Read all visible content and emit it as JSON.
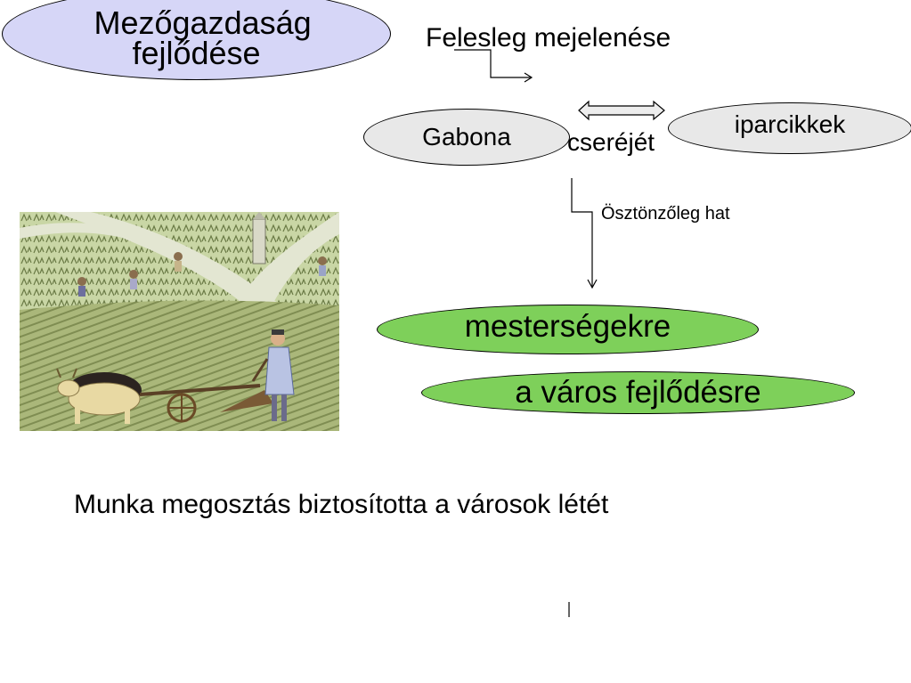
{
  "title": "Mezőgazdaság fejlődése",
  "surplus": "Felesleg mejelenése",
  "grain": "Gabona",
  "industrial_goods": "iparcikkek",
  "exchange": "cseréjét",
  "stimulates": "Ösztönzőleg hat",
  "crafts": "mesterségekre",
  "city_development": "a város fejlődésre",
  "division_of_labor": "Munka megosztás biztosította a városok létét",
  "colors": {
    "title_oval": "#d6d6f7",
    "neutral_oval": "#e8e8e8",
    "green_oval": "#7ed05a"
  },
  "picture": {
    "icon": "medieval-ploughing-scene-picture"
  }
}
